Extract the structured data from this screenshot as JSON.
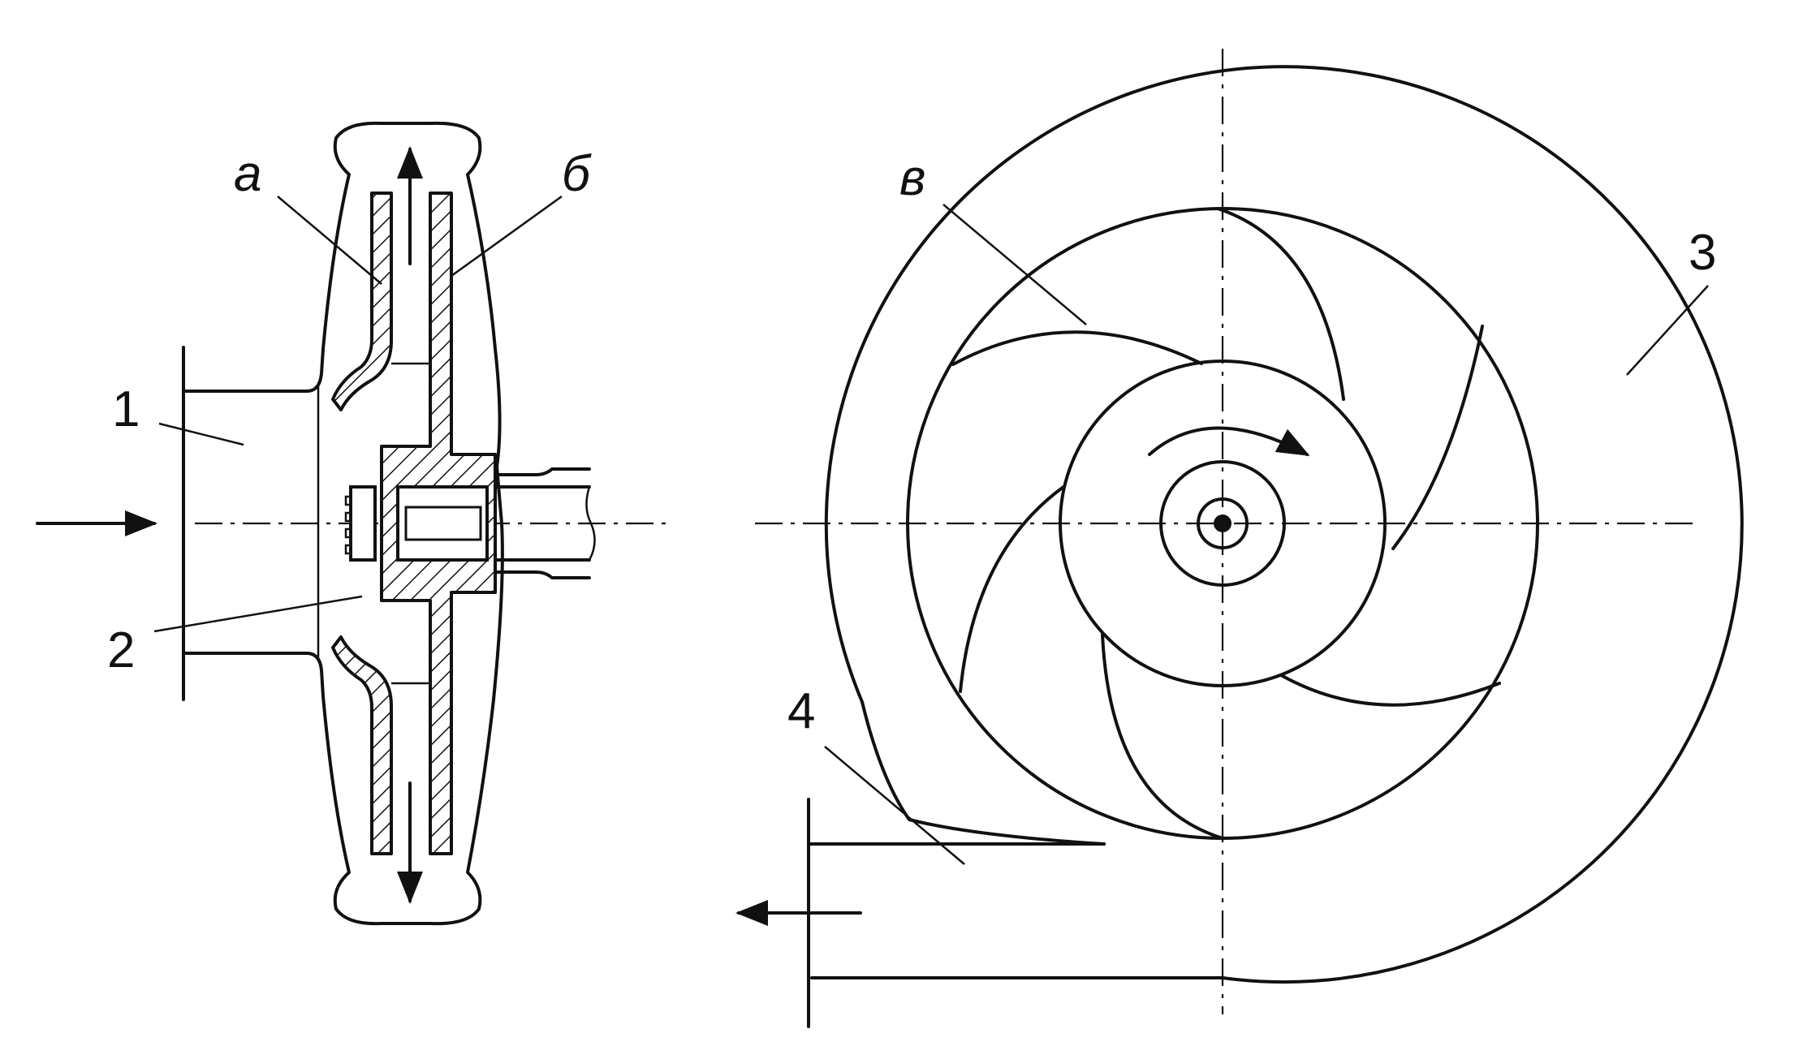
{
  "labels": {
    "inlet": "1",
    "impeller_eye": "2",
    "volute": "3",
    "outlet": "4",
    "front_disk": "а",
    "rear_disk": "б",
    "blade": "в"
  },
  "colors": {
    "line": "#111111",
    "background": "#ffffff"
  }
}
